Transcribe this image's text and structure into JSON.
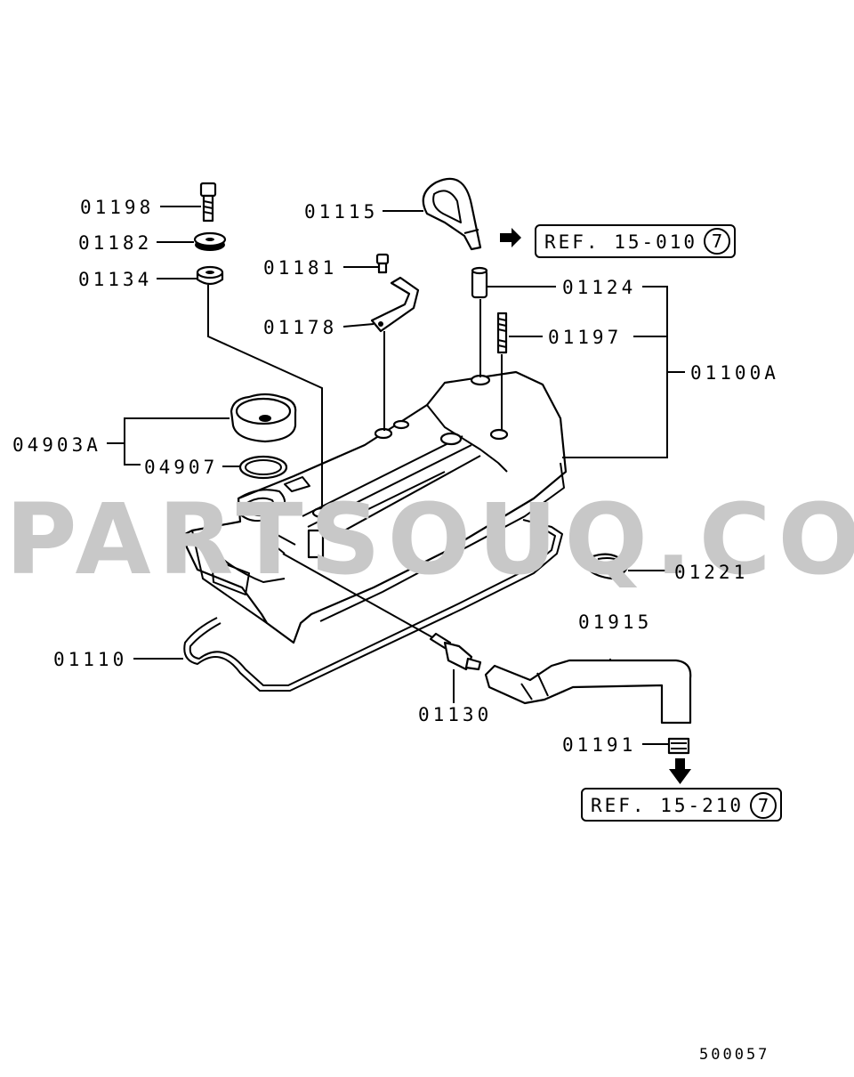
{
  "watermark": "PARTSOUQ.COM",
  "diagram_code": "500057",
  "parts": [
    {
      "id": "01198"
    },
    {
      "id": "01182"
    },
    {
      "id": "01134"
    },
    {
      "id": "01115"
    },
    {
      "id": "01181"
    },
    {
      "id": "01178"
    },
    {
      "id": "01124"
    },
    {
      "id": "01197"
    },
    {
      "id": "01100A"
    },
    {
      "id": "04903A"
    },
    {
      "id": "04907"
    },
    {
      "id": "01221"
    },
    {
      "id": "01915"
    },
    {
      "id": "01110"
    },
    {
      "id": "01130"
    },
    {
      "id": "01191"
    }
  ],
  "refs": [
    {
      "text": "REF. 15-010",
      "circle": "7"
    },
    {
      "text": "REF. 15-210",
      "circle": "7"
    }
  ]
}
